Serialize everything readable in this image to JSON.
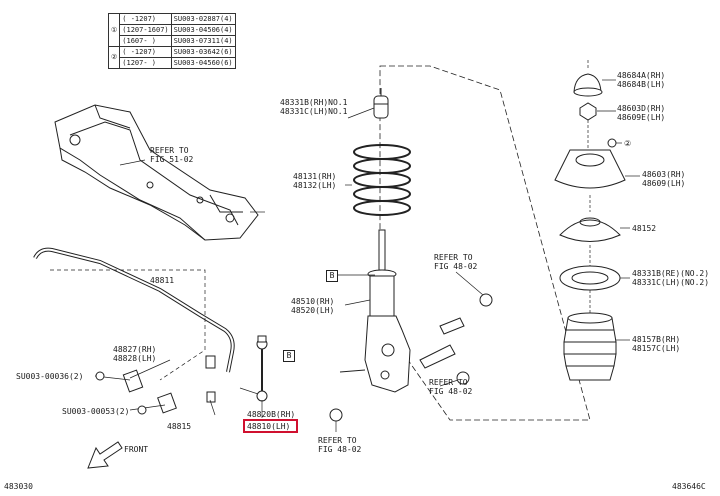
{
  "ref_table": {
    "rows": [
      {
        "mark": "①",
        "range": "(     -1207)",
        "part": "SU003-02887(4)"
      },
      {
        "mark": "",
        "range": "(1207-1607)",
        "part": "SU003-04506(4)"
      },
      {
        "mark": "",
        "range": "(1607-    )",
        "part": "SU003-07311(4)"
      },
      {
        "mark": "②",
        "range": "(     -1207)",
        "part": "SU003-03642(6)"
      },
      {
        "mark": "",
        "range": "(1207-    )",
        "part": "SU003-04560(6)"
      }
    ]
  },
  "labels": {
    "refer_51": "REFER TO\nFIG 51-02",
    "p48811": "48811",
    "p48827": "48827(RH)\n48828(LH)",
    "su00036": "SU003-00036(2)",
    "su00053": "SU003-00053(2)",
    "p48815": "48815",
    "p48820": "48820B(RH)",
    "p48810": "48810(LH)",
    "front": "FRONT",
    "p48331_top": "48331B(RH)NO.1\n48331C(LH)NO.1",
    "p48131": "48131(RH)\n48132(LH)",
    "box_b": "B",
    "p48510": "48510(RH)\n48520(LH)",
    "refer_48_a": "REFER TO\nFIG 48-02",
    "refer_48_b": "REFER TO\nFIG 48-02",
    "refer_48_c": "REFER TO\nFIG 48-02",
    "p48684": "48684A(RH)\n48684B(LH)",
    "p48603d": "48603D(RH)\n48609E(LH)",
    "circle2": "②",
    "p48603": "48603(RH)\n48609(LH)",
    "p48152": "48152",
    "p48331_r": "48331B(RE)(NO.2)\n48331C(LH)(NO.2)",
    "p48157": "48157B(RH)\n48157C(LH)",
    "fig_left": "483030",
    "fig_right": "483646C"
  }
}
